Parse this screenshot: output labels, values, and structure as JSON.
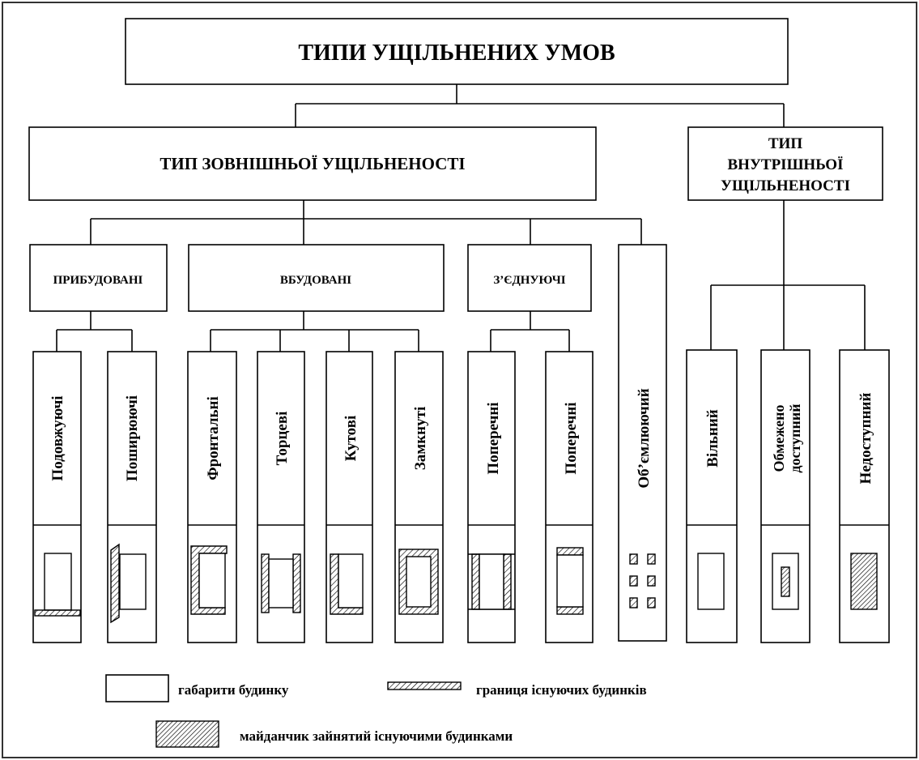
{
  "title": "ТИПИ УЩІЛЬНЕНИХ УМОВ",
  "external_type": "ТИП ЗОВНІШНЬОЇ УЩІЛЬНЕНОСТІ",
  "internal_type": [
    "ТИП",
    "ВНУТРІШНЬОЇ",
    "УЩІЛЬНЕНОСТІ"
  ],
  "groups": {
    "attached": "ПРИБУДОВАНІ",
    "built_in": "ВБУДОВАНІ",
    "connecting": "З’ЄДНУЮЧІ"
  },
  "leaves": {
    "attached": [
      "Подовжуючі",
      "Поширюючі"
    ],
    "built_in": [
      "Фронтальні",
      "Торцеві",
      "Кутові",
      "Замкнуті"
    ],
    "connecting": [
      "Поперечні",
      "Поперечні"
    ],
    "enveloping": "Об’ємлюючий",
    "internal": [
      "Вільний",
      "Обмежено доступний",
      "Недоступний"
    ]
  },
  "legend": {
    "outline": "габарити будинку",
    "boundary": "границя існуючих будинків",
    "occupied": "майданчик зайнятий існуючими будинками"
  }
}
